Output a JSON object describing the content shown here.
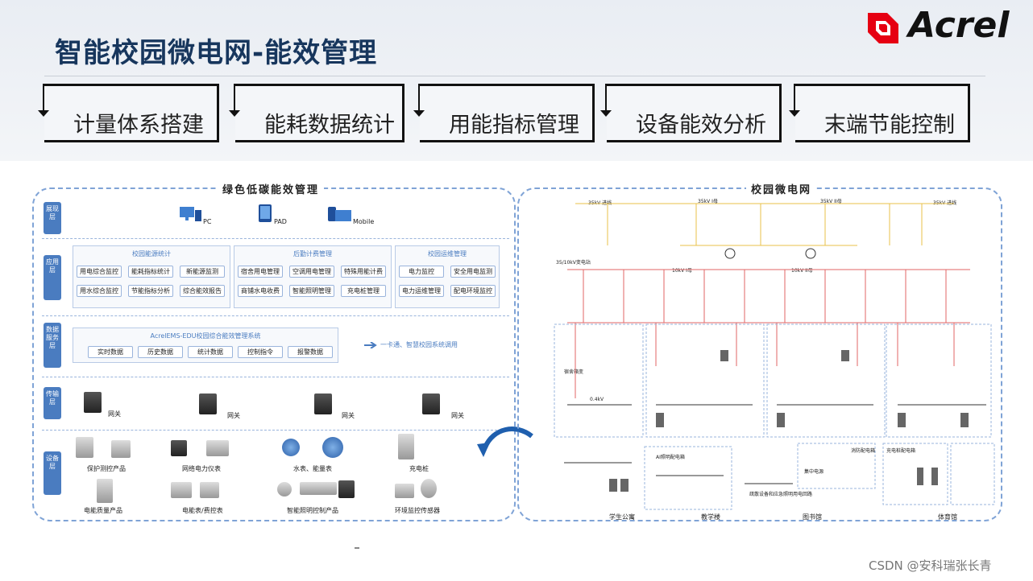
{
  "title": "智能校园微电网-能效管理",
  "brand": {
    "name": "Acrel",
    "accent": "#e60012",
    "navy": "#17365d",
    "panel_blue": "#4a7cc0"
  },
  "tabs": [
    "计量体系搭建",
    "能耗数据统计",
    "用能指标管理",
    "设备能效分析",
    "末端节能控制"
  ],
  "left_panel": {
    "title": "绿色低碳能效管理",
    "layers": {
      "display": {
        "label": "展现层",
        "items": [
          "PC",
          "PAD",
          "Mobile"
        ]
      },
      "application": {
        "label": "应用层",
        "groups": [
          {
            "title": "校园能源统计",
            "items": [
              "用电综合监控",
              "能耗指标统计",
              "新能源监测",
              "用水综合监控",
              "节能指标分析",
              "综合能效报告"
            ]
          },
          {
            "title": "后勤计费管理",
            "items": [
              "宿舍用电管理",
              "空调用电管理",
              "特殊用能计费",
              "商铺水电收费",
              "智能照明管理",
              "充电桩管理"
            ]
          },
          {
            "title": "校园运维管理",
            "items": [
              "电力监控",
              "安全用电监测",
              "电力运维管理",
              "配电环境监控"
            ]
          }
        ]
      },
      "data_service": {
        "label": "数据服务层",
        "system_name": "AcrelEMS-EDU校园综合能效管理系统",
        "items": [
          "实时数据",
          "历史数据",
          "统计数据",
          "控制指令",
          "报警数据"
        ],
        "note": "一卡通、智慧校园系统调用"
      },
      "transport": {
        "label": "传输层",
        "items": [
          "网关",
          "网关",
          "网关",
          "网关"
        ]
      },
      "device": {
        "label": "设备层",
        "items": [
          "保护测控产品",
          "网络电力仪表",
          "水表、能量表",
          "充电桩",
          "电能质量产品",
          "电能表/费控表",
          "智能照明控制产品",
          "环境监控传感器"
        ]
      }
    }
  },
  "right_panel": {
    "title": "校园微电网",
    "feeders": [
      "35kV 进线",
      "35kV I母",
      "35kV II母",
      "35kV 进线"
    ],
    "buses": [
      "35/10kV变电站",
      "10kV I母",
      "10kV II母"
    ],
    "low_voltage": "0.4kV",
    "areas": [
      "学生公寓",
      "教学楼",
      "图书馆",
      "体育馆"
    ],
    "sub_labels": [
      "宿舍箱变",
      "AI照明配电箱",
      "消防配电箱",
      "充电桩配电箱",
      "集中电源",
      "疏散设备和应急照明用电回路"
    ]
  },
  "footer": "CSDN @安科瑞张长青"
}
